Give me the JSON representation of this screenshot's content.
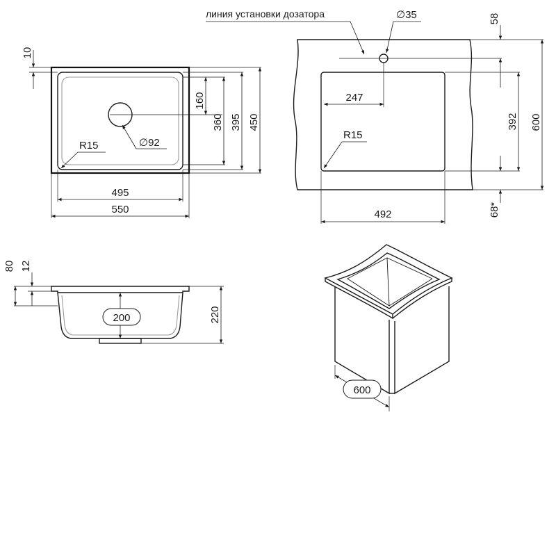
{
  "top_view": {
    "dim_rim_offset": "10",
    "dim_drain_offset": "160",
    "dim_bowl_depth": "360",
    "dim_bowl_outer": "395",
    "dim_overall_depth": "450",
    "dim_bowl_width": "495",
    "dim_overall_width": "550",
    "radius_label": "R15",
    "drain_dia_label": "∅92"
  },
  "cutout_view": {
    "dispenser_line_label": "линия установки дозатора",
    "hole_dia_label": "∅35",
    "dim_top_offset": "58",
    "dim_hole_offset": "247",
    "dim_cutout_depth": "392",
    "dim_countertop_depth": "600",
    "dim_bottom_offset": "68*",
    "dim_cutout_width": "492",
    "radius_label": "R15"
  },
  "side_view": {
    "dim_total_depth_label": "80",
    "dim_rim_thickness": "12",
    "dim_overall_height": "220",
    "dim_drain_width_label": "200"
  },
  "cabinet_view": {
    "dim_cabinet_width_label": "600"
  }
}
